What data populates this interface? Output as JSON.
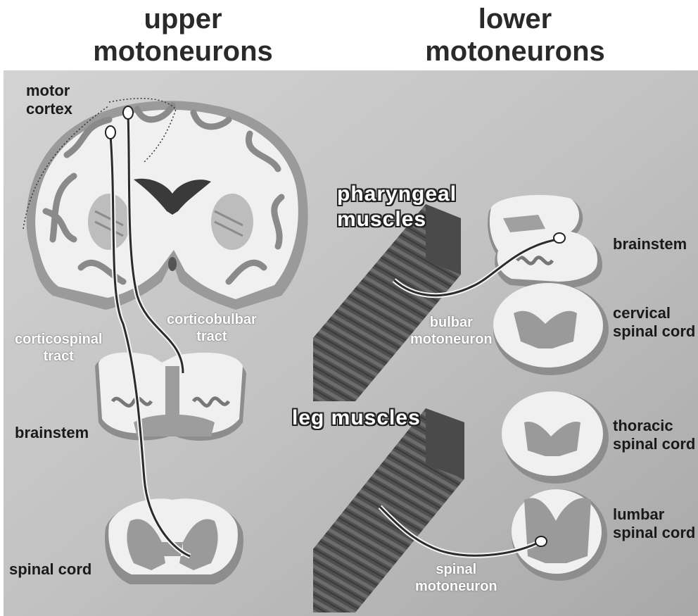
{
  "headers": {
    "upper": [
      "upper",
      "motoneurons"
    ],
    "lower": [
      "lower",
      "motoneurons"
    ]
  },
  "labels": {
    "motor_cortex": [
      "motor",
      "cortex"
    ],
    "brainstem_left": "brainstem",
    "spinal_cord": "spinal cord",
    "corticospinal_tract": [
      "corticospinal",
      "tract"
    ],
    "corticobulbar_tract": [
      "corticobulbar",
      "tract"
    ],
    "pharyngeal_muscles": [
      "pharyngeal",
      "muscles"
    ],
    "leg_muscles": "leg muscles",
    "bulbar_motoneuron": [
      "bulbar",
      "motoneuron"
    ],
    "spinal_motoneuron": [
      "spinal",
      "motoneuron"
    ],
    "brainstem_right": "brainstem",
    "cervical_spinal_cord": [
      "cervical",
      "spinal cord"
    ],
    "thoracic_spinal_cord": [
      "thoracic",
      "spinal cord"
    ],
    "lumbar_spinal_cord": [
      "lumbar",
      "spinal cord"
    ]
  },
  "colors": {
    "background_gradient": [
      "#cfcfcf",
      "#a9a9a9"
    ],
    "tissue_white": "#f2f2f2",
    "tissue_grey": "#8f8f8f",
    "muscle": "#5a5a5a",
    "nerve": "#2b2b2b"
  }
}
